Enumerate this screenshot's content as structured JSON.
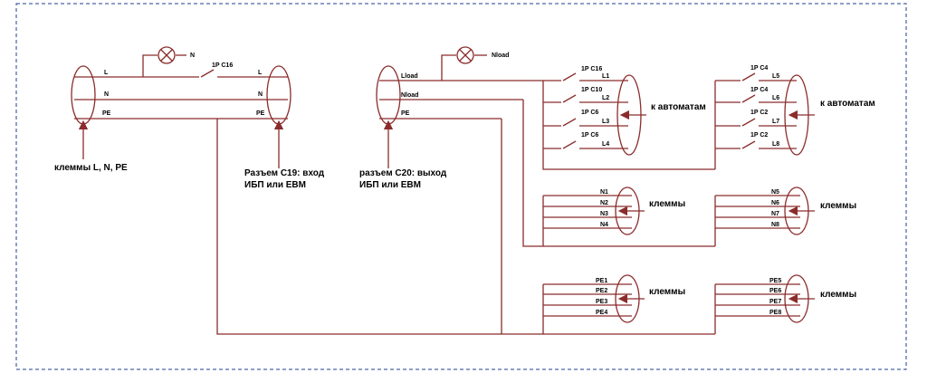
{
  "colors": {
    "wire": "#8b2c2c",
    "frame": "#1f3f8f",
    "text": "#000000"
  },
  "input": {
    "lines": [
      "L",
      "N",
      "PE"
    ],
    "lamp_label": "N",
    "breaker": "1P C16",
    "connector_lines": [
      "L",
      "N",
      "PE"
    ],
    "caption_left": "клеммы L, N, PE",
    "caption_connector_1": "Разъем С19: вход",
    "caption_connector_2": "ИБП или EBM"
  },
  "output": {
    "lines": [
      "Lload",
      "Nload",
      "PE"
    ],
    "lamp_label": "Nload",
    "caption_1": "разъем С20: выход",
    "caption_2": "ИБП или EBM"
  },
  "breakers_a": {
    "items": [
      {
        "rating": "1P C16",
        "line": "L1"
      },
      {
        "rating": "1P C10",
        "line": "L2"
      },
      {
        "rating": "1P C6",
        "line": "L3"
      },
      {
        "rating": "1P C6",
        "line": "L4"
      }
    ],
    "caption": "к автоматам"
  },
  "breakers_b": {
    "items": [
      {
        "rating": "1P C4",
        "line": "L5"
      },
      {
        "rating": "1P C4",
        "line": "L6"
      },
      {
        "rating": "1P C2",
        "line": "L7"
      },
      {
        "rating": "1P C2",
        "line": "L8"
      }
    ],
    "caption": "к автоматам"
  },
  "neutral_a": {
    "lines": [
      "N1",
      "N2",
      "N3",
      "N4"
    ],
    "caption": "клеммы"
  },
  "neutral_b": {
    "lines": [
      "N5",
      "N6",
      "N7",
      "N8"
    ],
    "caption": "клеммы"
  },
  "pe_a": {
    "lines": [
      "PE1",
      "PE2",
      "PE3",
      "PE4"
    ],
    "caption": "клеммы"
  },
  "pe_b": {
    "lines": [
      "PE5",
      "PE6",
      "PE7",
      "PE8"
    ],
    "caption": "клеммы"
  }
}
